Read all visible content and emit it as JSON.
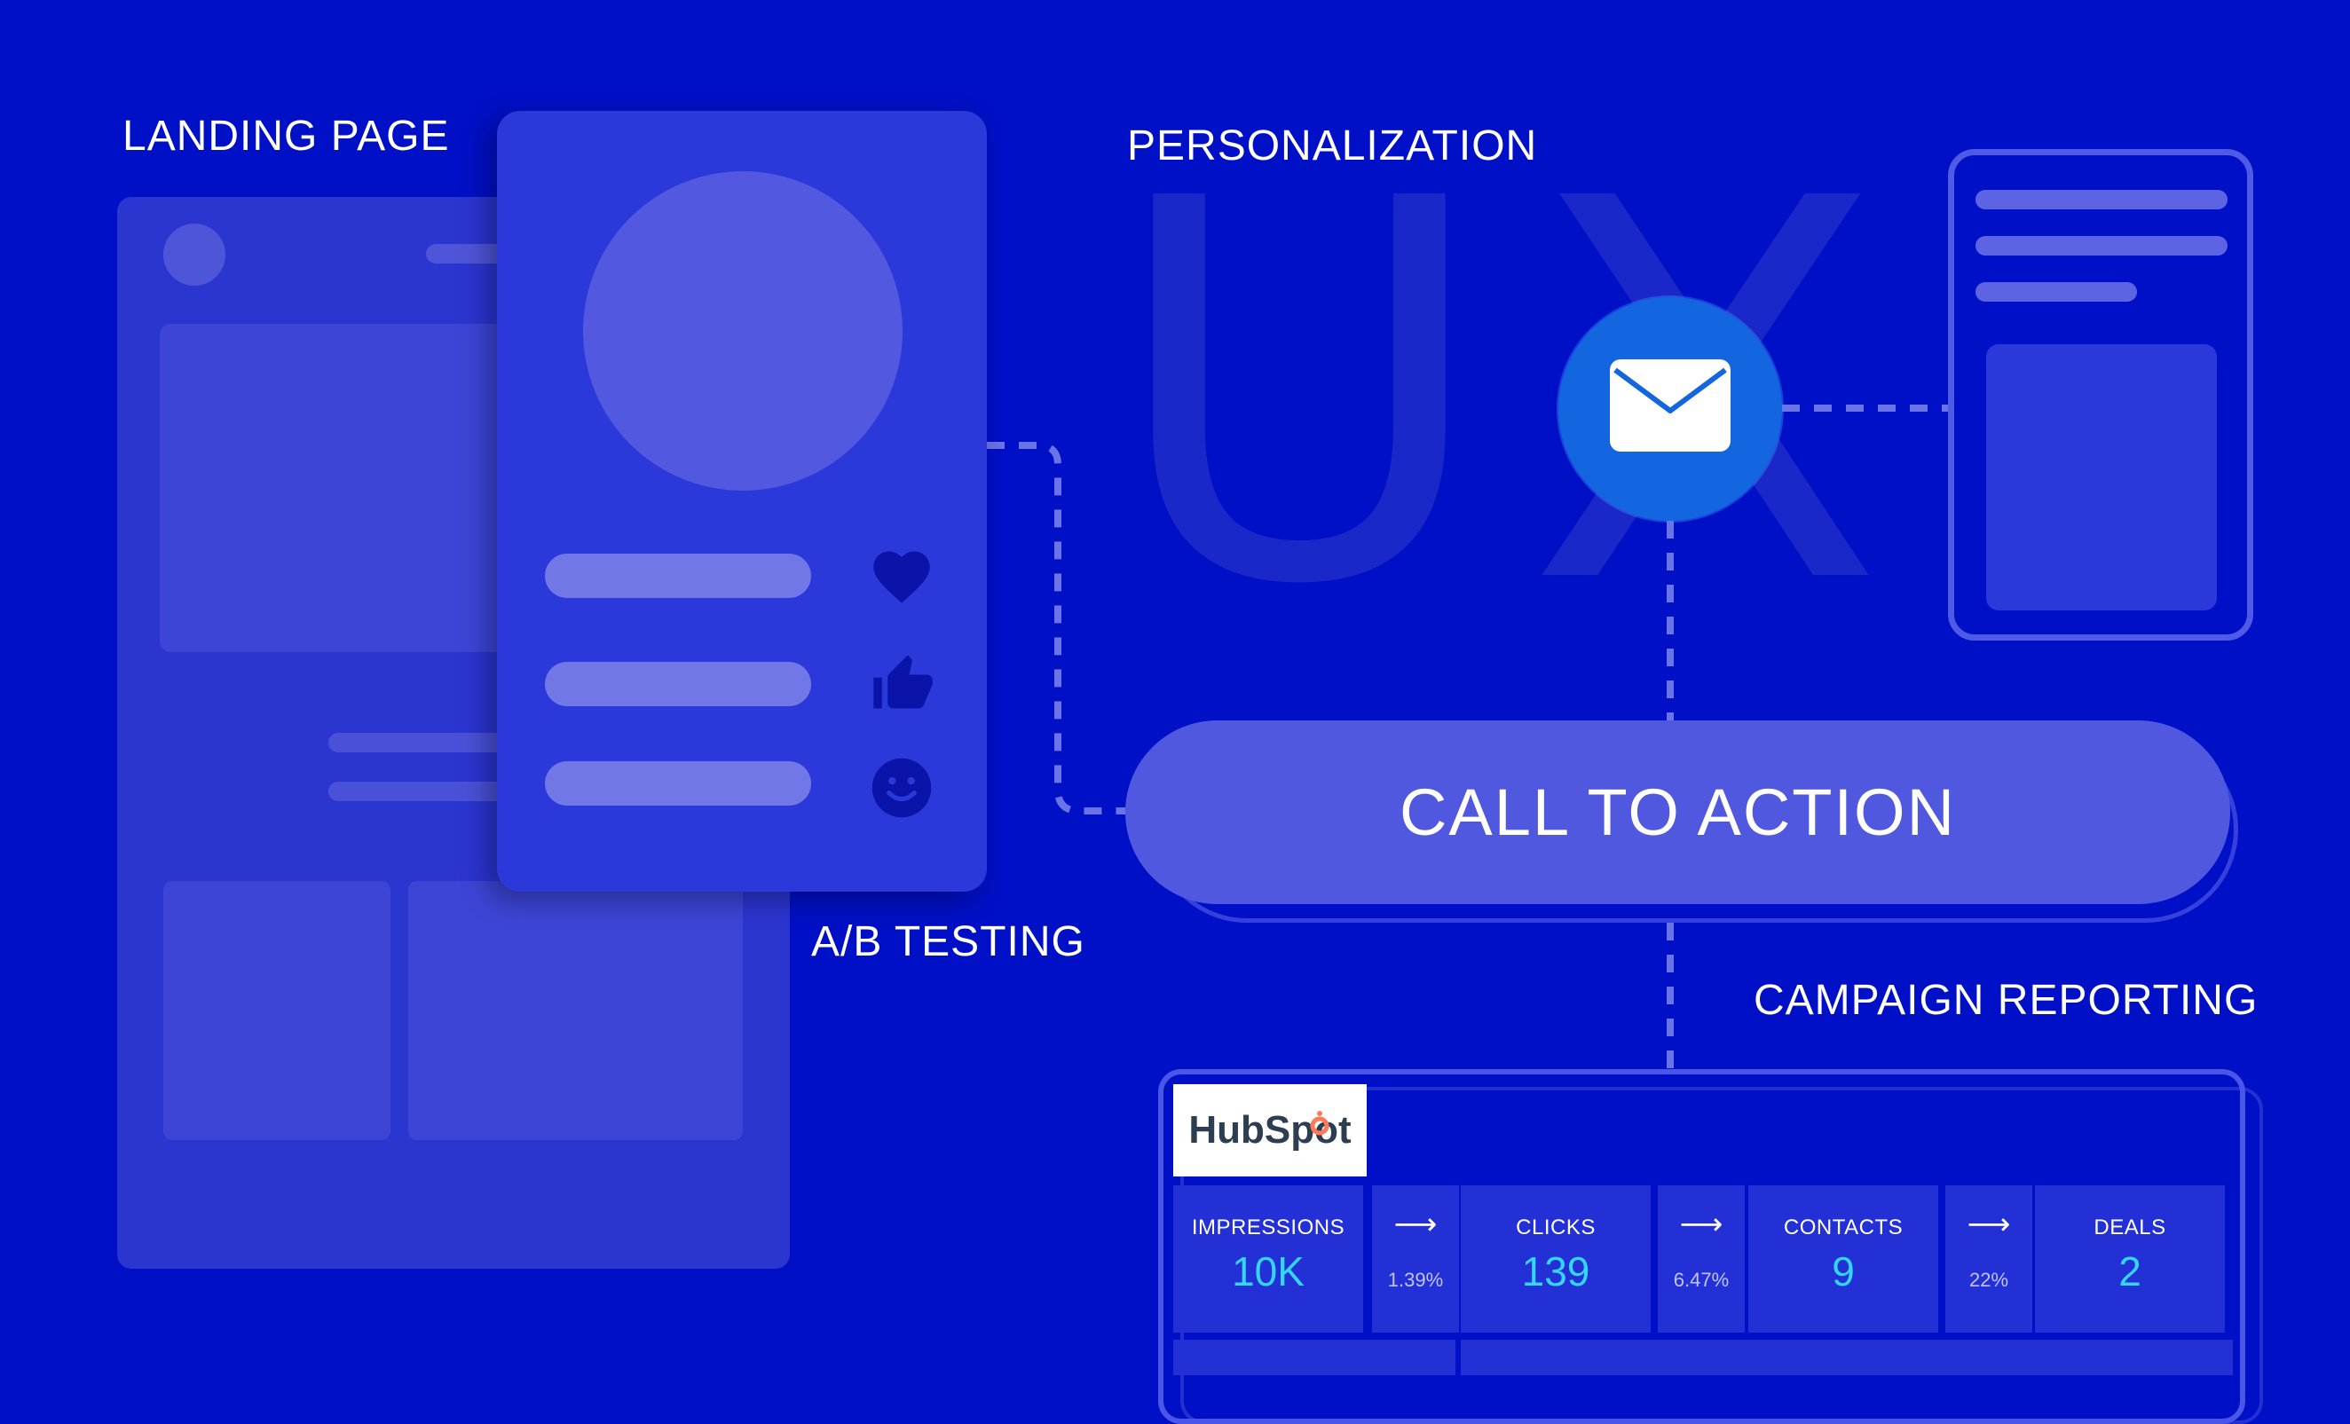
{
  "labels": {
    "landing_page": "LANDING PAGE",
    "personalization": "PERSONALIZATION",
    "ab_testing": "A/B TESTING",
    "campaign_reporting": "CAMPAIGN REPORTING"
  },
  "ux_text": "UX",
  "cta": {
    "label": "CALL TO ACTION"
  },
  "report": {
    "logo_text": "HubSpot",
    "metrics": [
      {
        "label": "IMPRESSIONS",
        "value": "10K"
      },
      {
        "label": "CLICKS",
        "value": "139"
      },
      {
        "label": "CONTACTS",
        "value": "9"
      },
      {
        "label": "DEALS",
        "value": "2"
      }
    ],
    "conversions": [
      "1.39%",
      "6.47%",
      "22%"
    ],
    "arrow_glyph": "⟶"
  },
  "icons": {
    "ab_card": [
      "heart-icon",
      "thumbs-up-icon",
      "smiley-icon"
    ],
    "center": "envelope-icon"
  },
  "colors": {
    "background": "#0010C6",
    "card": "#2C39DA",
    "button": "#5158E0",
    "metric_value": "#33D6FF",
    "hubspot_accent": "#FF7A59"
  }
}
